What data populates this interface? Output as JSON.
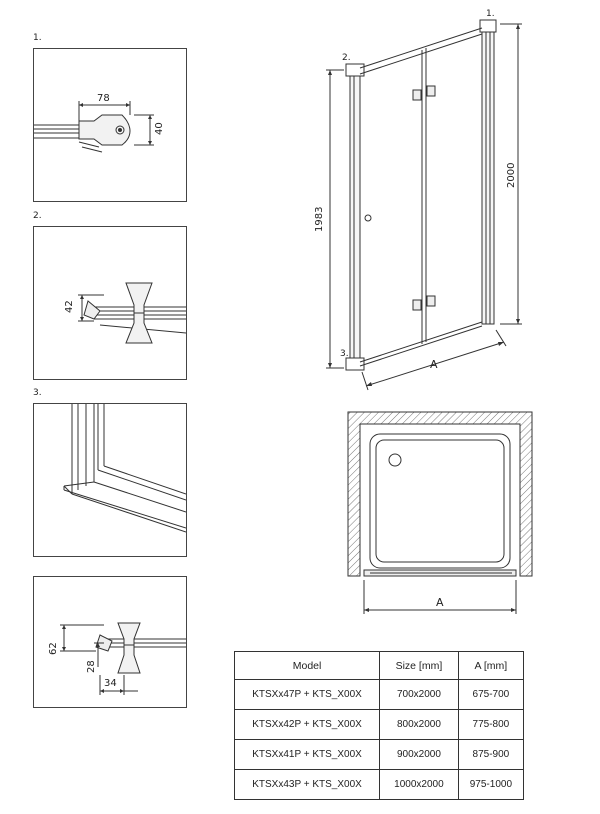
{
  "details": [
    {
      "label": "1.",
      "dims": [
        "78",
        "40"
      ]
    },
    {
      "label": "2.",
      "dims": [
        "42"
      ]
    },
    {
      "label": "3.",
      "dims": []
    },
    {
      "label": "",
      "dims": [
        "62",
        "28",
        "34"
      ]
    }
  ],
  "door": {
    "callouts": [
      "1.",
      "2.",
      "3."
    ],
    "height_left": "1983",
    "height_right": "2000",
    "width_label": "A"
  },
  "plan": {
    "width_label": "A"
  },
  "table": {
    "headers": [
      "Model",
      "Size [mm]",
      "A [mm]"
    ],
    "rows": [
      [
        "KTSXx47P + KTS_X00X",
        "700x2000",
        "675-700"
      ],
      [
        "KTSXx42P + KTS_X00X",
        "800x2000",
        "775-800"
      ],
      [
        "KTSXx41P + KTS_X00X",
        "900x2000",
        "875-900"
      ],
      [
        "KTSXx43P + KTS_X00X",
        "1000x2000",
        "975-1000"
      ]
    ]
  }
}
